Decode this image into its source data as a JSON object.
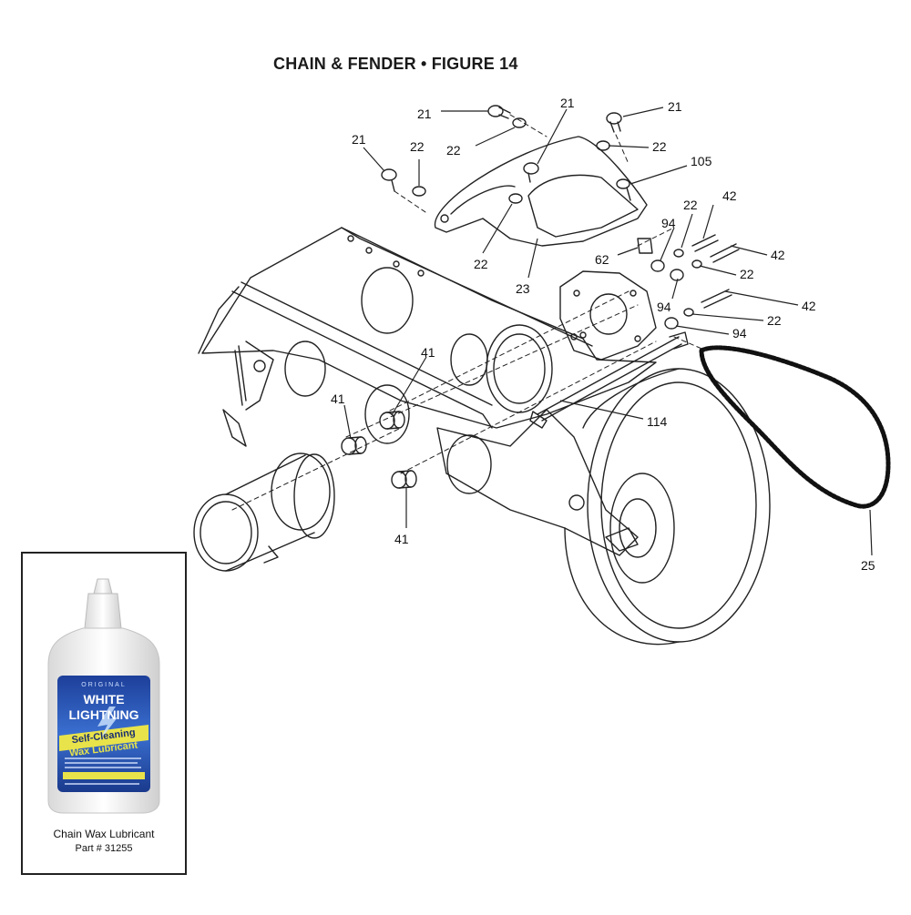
{
  "title": "CHAIN & FENDER  •  FIGURE 14",
  "callouts": [
    {
      "id": "c21a",
      "text": "21"
    },
    {
      "id": "c21b",
      "text": "21"
    },
    {
      "id": "c21c",
      "text": "21"
    },
    {
      "id": "c21d",
      "text": "21"
    },
    {
      "id": "c22a",
      "text": "22"
    },
    {
      "id": "c22b",
      "text": "22"
    },
    {
      "id": "c22c",
      "text": "22"
    },
    {
      "id": "c22d",
      "text": "22"
    },
    {
      "id": "c22e",
      "text": "22"
    },
    {
      "id": "c22f",
      "text": "22"
    },
    {
      "id": "c22g",
      "text": "22"
    },
    {
      "id": "c23",
      "text": "23"
    },
    {
      "id": "c105",
      "text": "105"
    },
    {
      "id": "c42a",
      "text": "42"
    },
    {
      "id": "c42b",
      "text": "42"
    },
    {
      "id": "c42c",
      "text": "42"
    },
    {
      "id": "c62",
      "text": "62"
    },
    {
      "id": "c94a",
      "text": "94"
    },
    {
      "id": "c94b",
      "text": "94"
    },
    {
      "id": "c94c",
      "text": "94"
    },
    {
      "id": "c41a",
      "text": "41"
    },
    {
      "id": "c41b",
      "text": "41"
    },
    {
      "id": "c41c",
      "text": "41"
    },
    {
      "id": "c114",
      "text": "114"
    },
    {
      "id": "c25",
      "text": "25"
    }
  ],
  "inset": {
    "bottle_brand_top": "ORIGINAL",
    "bottle_brand_1": "WHITE",
    "bottle_brand_2": "LIGHTNING",
    "bottle_product_1": "Self-Cleaning",
    "bottle_product_2": "Wax Lubricant",
    "caption": "Chain Wax Lubricant",
    "part": "Part # 31255"
  }
}
